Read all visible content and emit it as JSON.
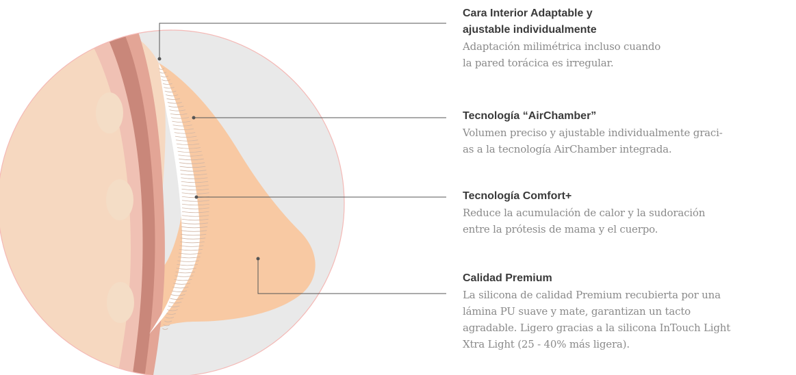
{
  "colors": {
    "skin": "#f6d8c0",
    "skin_dark": "#efc6a6",
    "prosthesis": "#f8c9a3",
    "background_gray": "#e9e9e9",
    "circle_outline": "#f4b9b6",
    "muscle_dark": "#c9877a",
    "muscle_mid": "#e3a596",
    "muscle_light": "#f0c1b4",
    "bone_spot": "#f4ddc6",
    "chamber_stroke": "#d1b6a5",
    "leader_line": "#555555",
    "title_text": "#3a3a3a",
    "desc_text": "#8a8a8a"
  },
  "features": [
    {
      "title_lines": [
        "Cara Interior Adaptable y",
        "ajustable individualmente"
      ],
      "desc_lines": [
        "Adaptación milimétrica incluso cuando",
        "la pared torácica es irregular."
      ]
    },
    {
      "title_lines": [
        "Tecnología “AirChamber”"
      ],
      "desc_lines": [
        "Volumen preciso y ajustable individualmente graci-",
        "as a la tecnología AirChamber integrada."
      ]
    },
    {
      "title_lines": [
        "Tecnología Comfort+"
      ],
      "desc_lines": [
        "Reduce la acumulación de calor y la sudoración",
        "entre la prótesis de mama y el cuerpo."
      ]
    },
    {
      "title_lines": [
        "Calidad Premium"
      ],
      "desc_lines": [
        "La silicona de calidad Premium recubierta por una",
        "lámina PU suave y mate, garantizan un tacto",
        "agradable. Ligero gracias a la silicona InTouch Light",
        "Xtra Light (25 - 40% más ligera)."
      ]
    }
  ]
}
